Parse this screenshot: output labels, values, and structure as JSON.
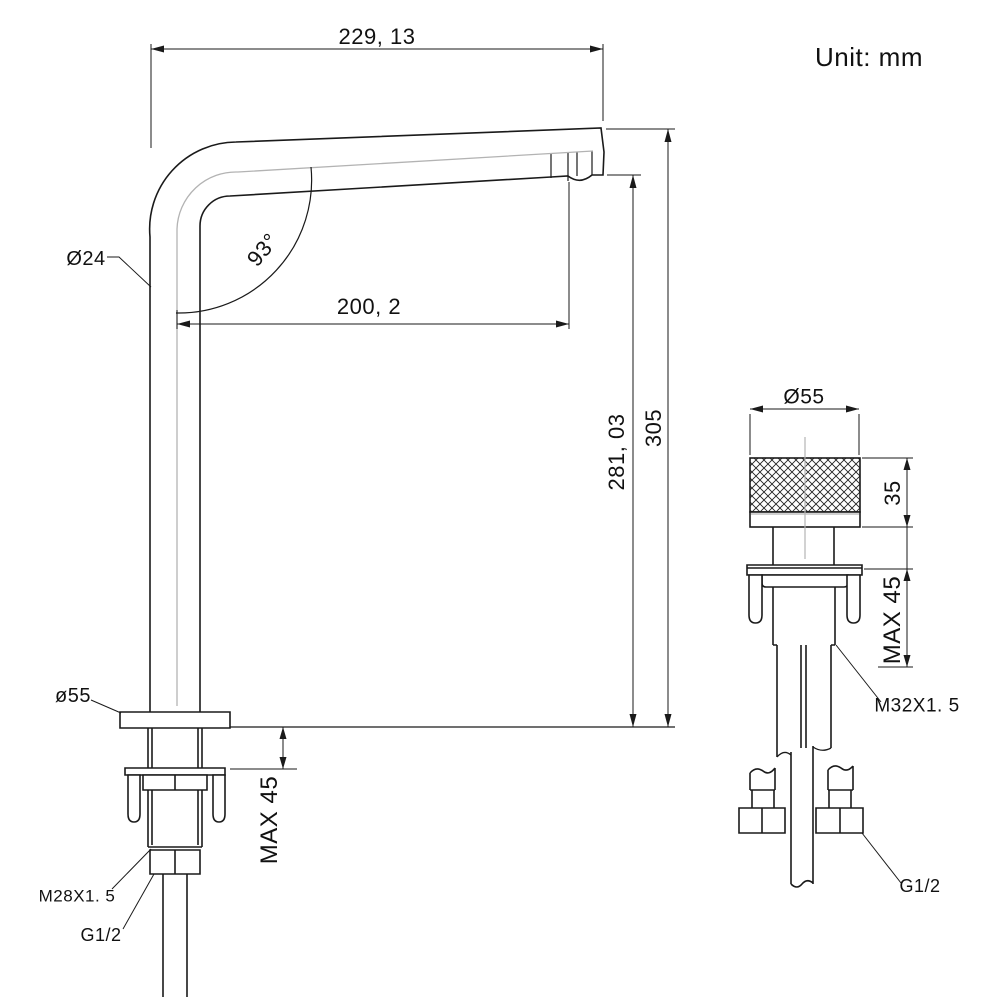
{
  "unit_note": "Unit: mm",
  "front_view": {
    "dim_width_top": "229, 13",
    "dim_spout_reach": "200, 2",
    "dim_spout_angle": "93°",
    "label_spout_diameter": "Ø24",
    "dim_outlet_height": "281, 03",
    "dim_overall_height": "305",
    "label_base_diameter": "ø55",
    "dim_max_counter_thickness": "MAX 45",
    "label_shank_thread": "M28X1. 5",
    "label_supply_thread": "G1/2"
  },
  "side_view": {
    "dim_handle_diameter": "Ø55",
    "dim_handle_height": "35",
    "dim_max_counter_thickness": "MAX 45",
    "label_shank_thread": "M32X1. 5",
    "label_supply_thread": "G1/2"
  },
  "colors": {
    "line": "#1a1a1a",
    "highlight_line": "#b3b3b3",
    "background": "#ffffff",
    "text": "#111111"
  }
}
